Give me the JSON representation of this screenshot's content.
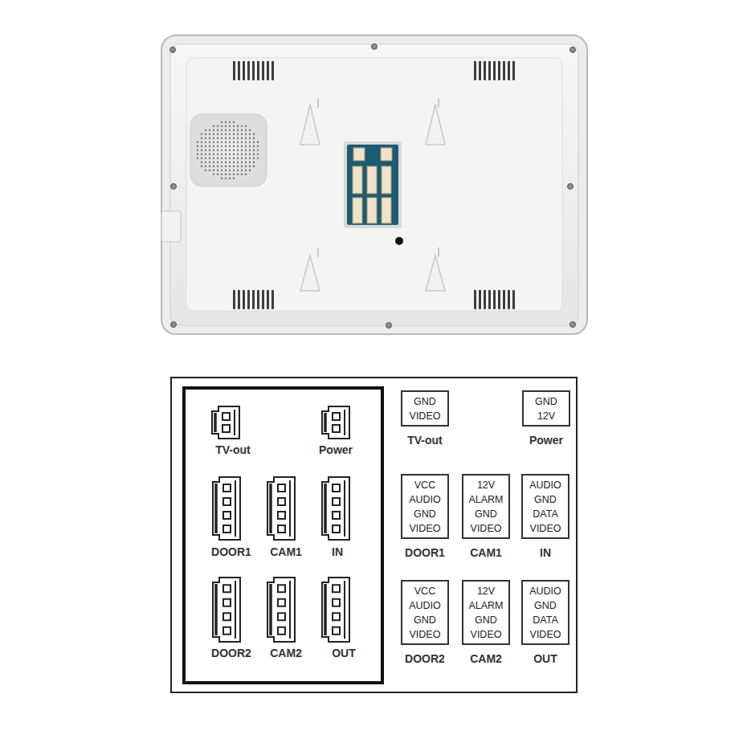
{
  "diagram": {
    "nodes": [
      {
        "text": [
          "GND VIDEO",
          "TV-out"
        ]
      },
      {
        "text": [
          "GND 12V",
          "Power"
        ]
      },
      {
        "text": [
          "VCC AUDIO GND VIDEO",
          "DOOR1"
        ]
      },
      {
        "text": [
          "12V ALARM GND VIDEO",
          "CAM1"
        ]
      },
      {
        "text": [
          "AUDIO GND DATA VIDEO",
          "IN"
        ]
      },
      {
        "text": [
          "VCC AUDIO GND VIDEO",
          "DOOR2"
        ]
      },
      {
        "text": [
          "12V ALARM GND VIDEO",
          "CAM2"
        ]
      },
      {
        "text": [
          "AUDIO GND DATA VIDEO",
          "OUT"
        ]
      }
    ],
    "labels": [
      "TV-out",
      "Power",
      "DOOR1",
      "CAM1",
      "IN",
      "DOOR2",
      "CAM2",
      "OUT"
    ]
  }
}
